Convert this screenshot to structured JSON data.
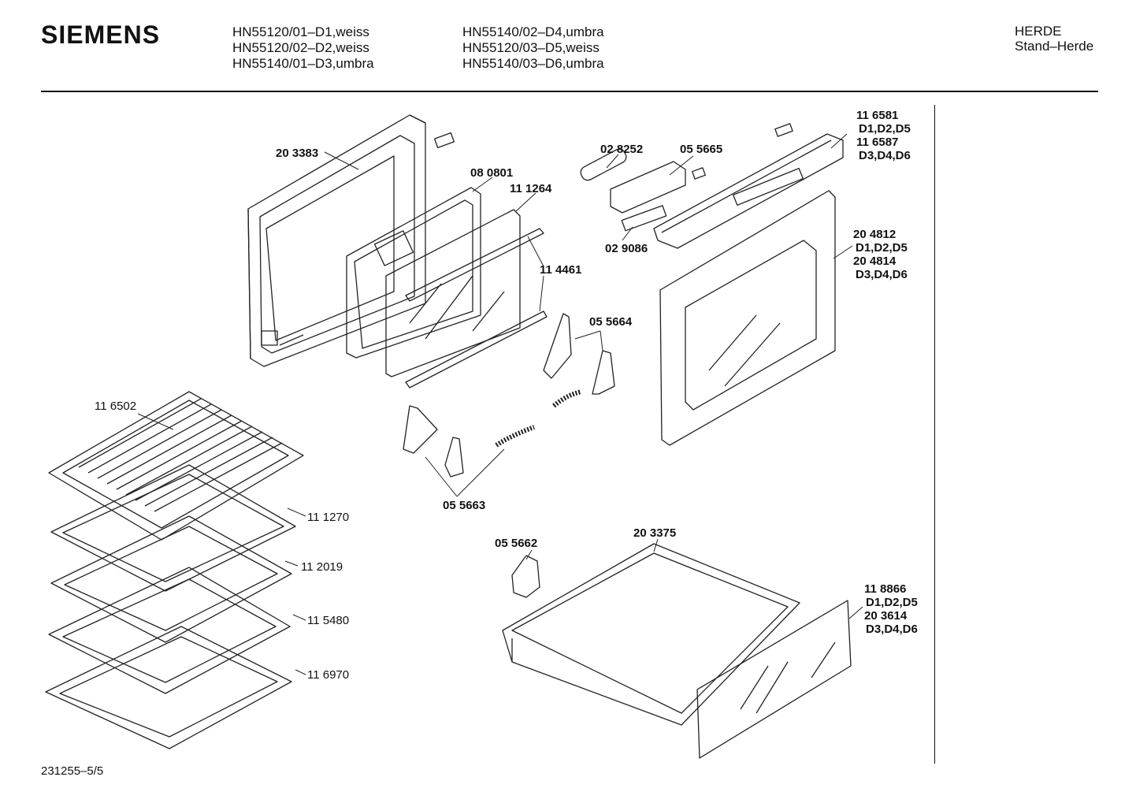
{
  "brand": "SIEMENS",
  "models_col1": [
    "HN55120/01–D1,weiss",
    "HN55120/02–D2,weiss",
    "HN55140/01–D3,umbra"
  ],
  "models_col2": [
    "HN55140/02–D4,umbra",
    "HN55120/03–D5,weiss",
    "HN55140/03–D6,umbra"
  ],
  "category": {
    "line1": "HERDE",
    "line2": "Stand–Herde"
  },
  "parts": {
    "p203383": "20 3383",
    "p080801": "08 0801",
    "p111264": "11 1264",
    "p114461": "11 4461",
    "p028252": "02 8252",
    "p055665": "05 5665",
    "p029086": "02 9086",
    "p116581": "11 6581",
    "p116581_var": "D1,D2,D5",
    "p116587": "11 6587",
    "p116587_var": "D3,D4,D6",
    "p204812": "20 4812",
    "p204812_var": "D1,D2,D5",
    "p204814": "20 4814",
    "p204814_var": "D3,D4,D6",
    "p055664": "05 5664",
    "p055663": "05 5663",
    "p116502": "11 6502",
    "p111270": "11 1270",
    "p112019": "11 2019",
    "p115480": "11 5480",
    "p116970": "11 6970",
    "p055662": "05 5662",
    "p203375": "20 3375",
    "p118866": "11 8866",
    "p118866_var": "D1,D2,D5",
    "p203614": "20 3614",
    "p203614_var": "D3,D4,D6"
  },
  "doc_number": "231255–5/5"
}
